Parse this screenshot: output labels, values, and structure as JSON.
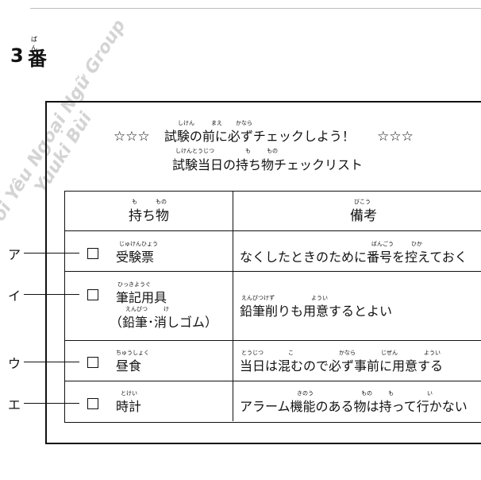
{
  "question": {
    "ruby": "ばん",
    "number": "3",
    "ban": "番"
  },
  "watermark": {
    "line1": "Tôi Yêu Ngoại Ngữ Group",
    "line2": "Yuuki Bùi"
  },
  "header": {
    "stars_left": "☆☆☆",
    "title": "試験の前に必ずチェックしよう！",
    "stars_right": "☆☆☆",
    "subtitle": "試験当日の持ち物チェックリスト",
    "title_ruby": {
      "shiken": "しけん",
      "mae": "まえ",
      "kanara": "かなら"
    },
    "subtitle_ruby": {
      "shikentoujitsu": "しけんとうじつ",
      "mo": "も",
      "mono": "もの"
    }
  },
  "table": {
    "col1_header": "持ち物",
    "col1_ruby_mo": "も",
    "col1_ruby_mono": "もの",
    "col2_header": "備考",
    "col2_ruby": "びこう",
    "rows": [
      {
        "label": "ア",
        "checkbox": "□",
        "item": "受験票",
        "item_ruby": "じゅけんひょう",
        "note": "なくしたときのために番号を控えておく",
        "note_ruby": [
          "ばんごう",
          "ひか"
        ]
      },
      {
        "label": "イ",
        "checkbox": "□",
        "item": "筆記用具",
        "item_ruby": "ひっきようぐ",
        "item_sub": "（鉛筆･消しゴム）",
        "item_sub_ruby": [
          "えんぴつ",
          "け"
        ],
        "note": "鉛筆削りも用意するとよい",
        "note_ruby": [
          "えんぴつけず",
          "ようい"
        ]
      },
      {
        "label": "ウ",
        "checkbox": "□",
        "item": "昼食",
        "item_ruby": "ちゅうしょく",
        "note": "当日は混むので必ず事前に用意する",
        "note_ruby": [
          "とうじつ",
          "こ",
          "かなら",
          "じぜん",
          "ようい"
        ]
      },
      {
        "label": "エ",
        "checkbox": "□",
        "item": "時計",
        "item_ruby": "とけい",
        "note": "アラーム機能のある物は持って行かない",
        "note_ruby": [
          "きのう",
          "もの",
          "も",
          "い"
        ]
      }
    ]
  }
}
